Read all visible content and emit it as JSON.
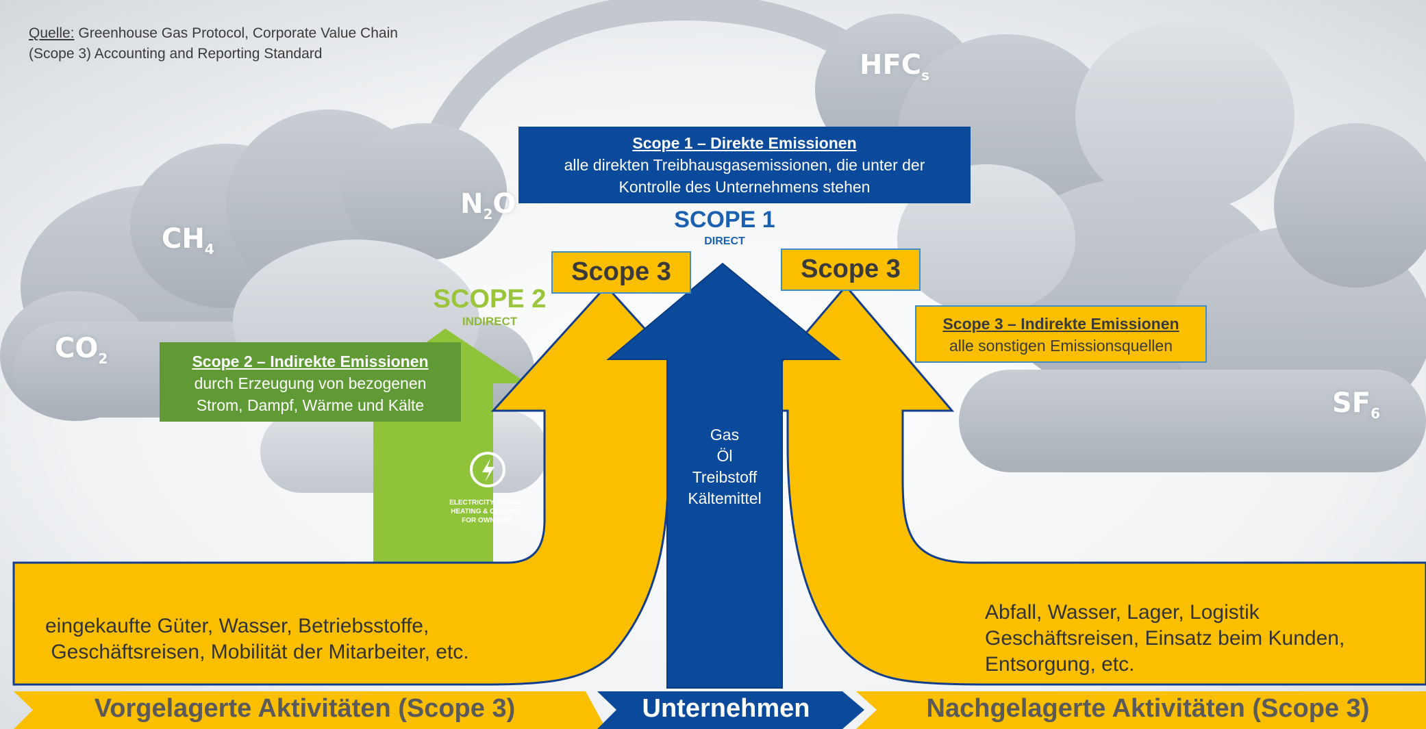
{
  "source": {
    "label": "Quelle:",
    "text": " Greenhouse Gas Protocol, Corporate Value Chain",
    "text2": "(Scope 3)  Accounting and Reporting Standard"
  },
  "gases": {
    "co2": {
      "main": "CO",
      "sub": "2"
    },
    "ch4": {
      "main": "CH",
      "sub": "4"
    },
    "n2o": {
      "pre": "N",
      "sub": "2",
      "post": "O"
    },
    "hfcs": {
      "main": "HFC",
      "sub": "s"
    },
    "sf6": {
      "main": "SF",
      "sub": "6"
    }
  },
  "background_labels": {
    "scope1": "SCOPE 1",
    "scope1_sub": "DIRECT",
    "scope2": "SCOPE 2",
    "scope2_sub": "INDIRECT",
    "electricity_line1": "ELECTRICITY, STEAM,",
    "electricity_line2": "HEATING & COOLING",
    "electricity_line3": "FOR OWN USE"
  },
  "scope1_box": {
    "title": "Scope 1 – Direkte Emissionen",
    "line1": "alle direkten Treibhausgasemissionen, die unter der",
    "line2": "Kontrolle des Unternehmens stehen"
  },
  "scope2_box": {
    "title": "Scope 2 – Indirekte Emissionen",
    "line1": "durch Erzeugung von bezogenen",
    "line2": "Strom, Dampf, Wärme und Kälte"
  },
  "scope3_box": {
    "title": "Scope 3 – Indirekte Emissionen",
    "line1": "alle sonstigen Emissionsquellen"
  },
  "scope3_left_label": "Scope 3",
  "scope3_right_label": "Scope 3",
  "center_arrow": [
    "Gas",
    "Öl",
    "Treibstoff",
    "Kältemittel"
  ],
  "left_text": {
    "line1": "eingekaufte Güter, Wasser, Betriebsstoffe,",
    "line2": " Geschäftsreisen, Mobilität der Mitarbeiter, etc."
  },
  "right_text": {
    "line1": "Abfall, Wasser, Lager, Logistik",
    "line2": "Geschäftsreisen, Einsatz beim Kunden,",
    "line3": "Entsorgung, etc."
  },
  "footer": {
    "upstream": "Vorgelagerte Aktivitäten (Scope 3)",
    "company": "Unternehmen",
    "downstream": "Nachgelagerte Aktivitäten (Scope 3)"
  },
  "colors": {
    "yellow": "#fbbf00",
    "blue": "#0b4a9a",
    "green": "#5f9a35",
    "light_green": "#8fc43a",
    "chevron_yellow": "#fbbf00"
  }
}
